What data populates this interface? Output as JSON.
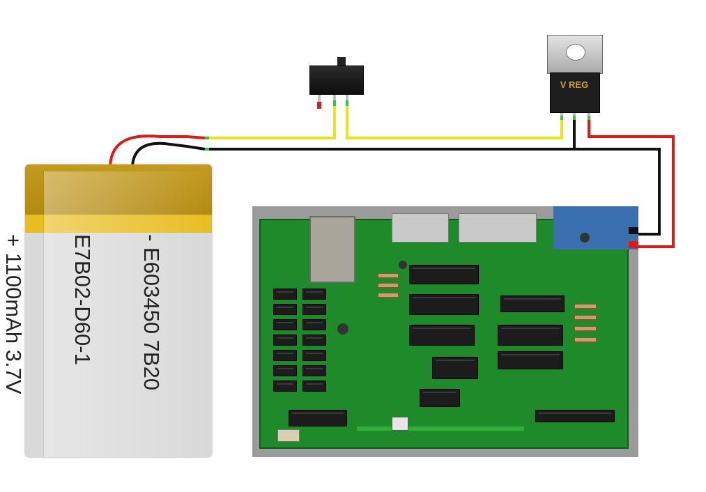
{
  "battery": {
    "lines": [
      "- E603450 7B20",
      "E7B02-D60-1",
      "+ 1100mAh 3.7V"
    ]
  },
  "regulator": {
    "label": "V REG"
  },
  "colors": {
    "wire_red": "#e01818",
    "wire_black": "#111111",
    "wire_yellow": "#e6e61a",
    "wire_green": "#3fbf3f",
    "battery_cap": "#c39a20",
    "battery_body": "#d9d9d9",
    "pcb_green": "#1f8a2a"
  }
}
